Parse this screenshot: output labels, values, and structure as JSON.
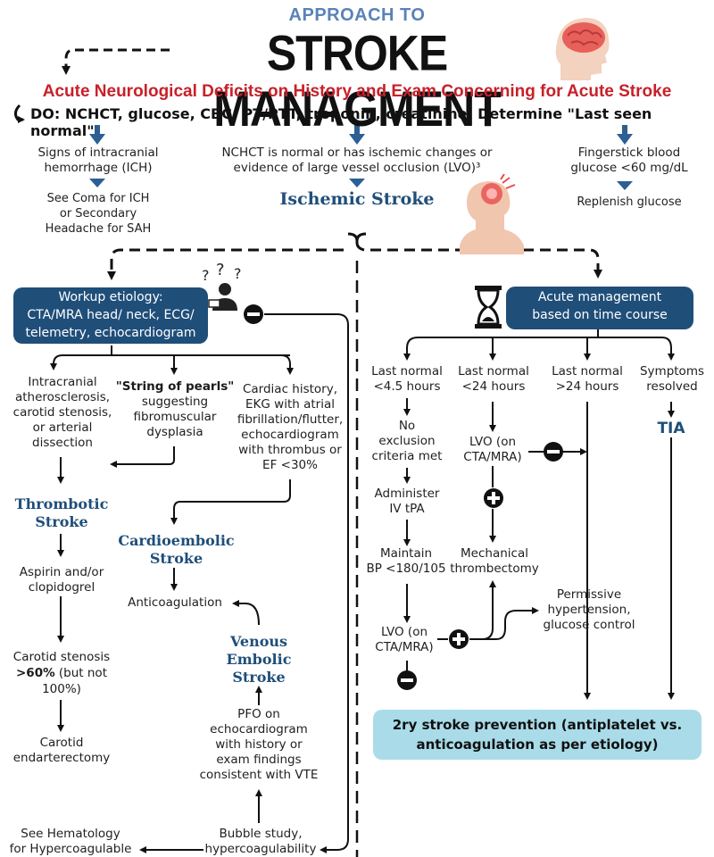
{
  "header": {
    "kicker": "APPROACH TO",
    "title": "STROKE MANAGMENT",
    "subtitle": "Acute Neurological Deficits on History and Exam Concerning for Acute Stroke",
    "do_line": "DO: NCHCT, glucose, CBC, PT/PTT, troponin, creatinine. Determine \"Last seen normal\""
  },
  "branches": {
    "ich": "Signs of intracranial\nhemorrhage (ICH)",
    "ich_action": "See Coma for ICH\nor Secondary\nHeadache for SAH",
    "nchct": "NCHCT is normal or has ischemic changes or\nevidence of large vessel occlusion (LVO)³",
    "ischemic": "Ischemic Stroke",
    "glucose": "Fingerstick blood\nglucose <60 mg/dL",
    "glucose_action": "Replenish glucose"
  },
  "workup": {
    "box": "Workup etiology:\nCTA/MRA head/ neck, ECG/\ntelemetry, echocardiogram",
    "col1": "Intracranial\natherosclerosis,\ncarotid stenosis,\nor arterial\ndissection",
    "col2_bold": "\"String of pearls\"",
    "col2_rest": "suggesting\nfibromuscular\ndysplasia",
    "col3": "Cardiac history,\nEKG with atrial\nfibrillation/flutter,\nechocardiogram\nwith thrombus or\nEF <30%",
    "thrombotic": "Thrombotic\nStroke",
    "aspirin": "Aspirin and/or\nclopidogrel",
    "carotid_pre": "Carotid stenosis\n",
    "carotid_bold": ">60%",
    "carotid_post": " (but not\n100%)",
    "endarterectomy": "Carotid\nendarterectomy",
    "cardioembolic": "Cardioembolic\nStroke",
    "anticoag": "Anticoagulation",
    "venous": "Venous\nEmbolic\nStroke",
    "pfo": "PFO on\nechocardiogram\nwith history or\nexam findings\nconsistent with VTE",
    "bubble": "Bubble study,\nhypercoagulability",
    "hematology": "See Hematology\nfor Hypercoagulable"
  },
  "acute": {
    "box": "Acute management\nbased on time course",
    "col1": "Last normal\n<4.5 hours",
    "col2": "Last normal\n<24 hours",
    "col3": "Last normal\n>24 hours",
    "col4": "Symptoms\nresolved",
    "no_excl": "No\nexclusion\ncriteria met",
    "lvo1": "LVO (on\nCTA/MRA)",
    "tia": "TIA",
    "tpa": "Administer\nIV tPA",
    "thrombectomy": "Mechanical\nthrombectomy",
    "maintain": "Maintain\nBP <180/105",
    "permissive": "Permissive\nhypertension,\nglucose control",
    "lvo2": "LVO (on\nCTA/MRA)",
    "prevention": "2ry stroke prevention (antiplatelet vs.\nanticoagulation as per etiology)"
  },
  "colors": {
    "navy": "#1f4e79",
    "red": "#c8202a",
    "light_blue": "#a9dbe9",
    "kicker_blue": "#5a82b8",
    "arrow_blue": "#3b6aa0"
  },
  "icons": [
    "brain-head-icon",
    "head-pain-icon",
    "confused-person-icon",
    "hourglass-icon",
    "plus-circle-icon",
    "minus-circle-icon"
  ]
}
